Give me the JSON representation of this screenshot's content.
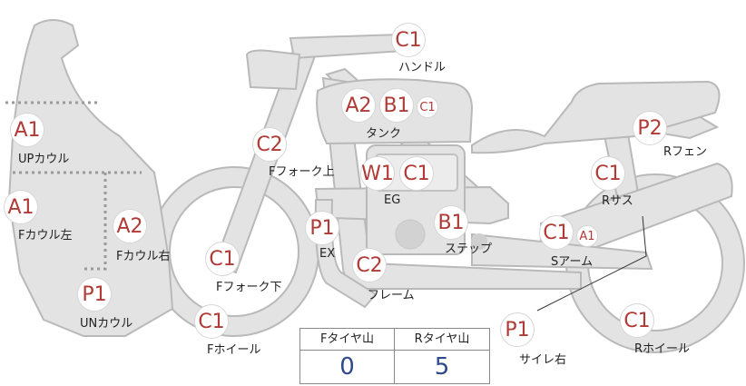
{
  "parts": [
    {
      "id": "handle",
      "rating": "C1",
      "label": "ハンドル"
    },
    {
      "id": "tank",
      "ratings": [
        "A2",
        "B1",
        "C1"
      ],
      "label": "タンク"
    },
    {
      "id": "up-cowl",
      "rating": "A1",
      "label": "UPカウル"
    },
    {
      "id": "f-cowl-left",
      "rating": "A1",
      "label": "Fカウル左"
    },
    {
      "id": "f-cowl-right",
      "rating": "A2",
      "label": "Fカウル右"
    },
    {
      "id": "un-cowl",
      "rating": "P1",
      "label": "UNカウル"
    },
    {
      "id": "f-fork-upper",
      "rating": "C2",
      "label": "Fフォーク上"
    },
    {
      "id": "f-fork-lower",
      "rating": "C1",
      "label": "Fフォーク下"
    },
    {
      "id": "f-wheel",
      "rating": "C1",
      "label": "Fホイール"
    },
    {
      "id": "engine",
      "ratings": [
        "W1",
        "C1"
      ],
      "label": "EG"
    },
    {
      "id": "exhaust",
      "rating": "P1",
      "label": "EX"
    },
    {
      "id": "frame",
      "rating": "C2",
      "label": "フレーム"
    },
    {
      "id": "step",
      "rating": "B1",
      "label": "ステップ"
    },
    {
      "id": "s-arm",
      "ratings": [
        "C1",
        "A1"
      ],
      "label": "Sアーム"
    },
    {
      "id": "r-fender",
      "rating": "P2",
      "label": "Rフェン"
    },
    {
      "id": "r-sus",
      "rating": "C1",
      "label": "Rサス"
    },
    {
      "id": "silencer-right",
      "rating": "P1",
      "label": "サイレ右"
    },
    {
      "id": "r-wheel",
      "rating": "C1",
      "label": "Rホイール"
    }
  ],
  "tire_table": {
    "headers": [
      "Fタイヤ山",
      "Rタイヤ山"
    ],
    "values": [
      "0",
      "5"
    ]
  }
}
